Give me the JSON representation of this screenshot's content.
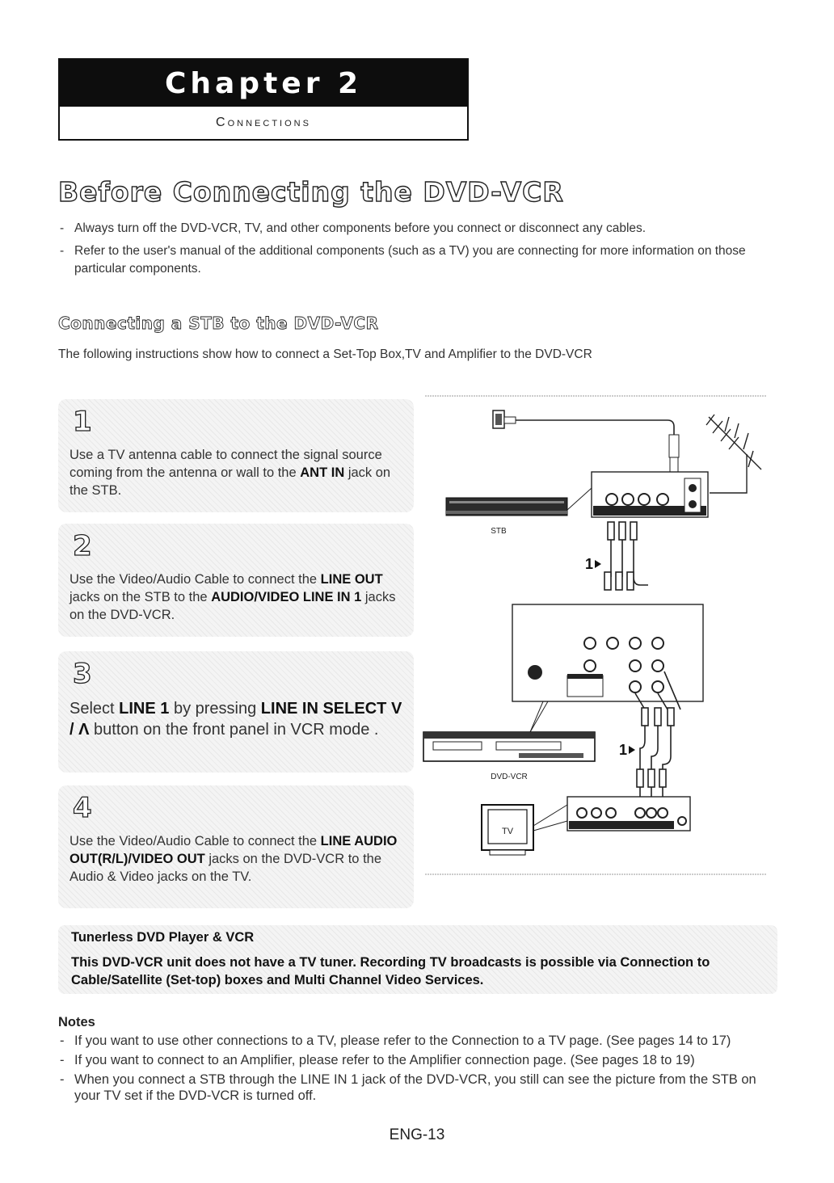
{
  "chapter": {
    "label": "Chapter 2",
    "section": "Connections"
  },
  "page_title": "Before Connecting the DVD-VCR",
  "intro_bullets": [
    "Always turn off the DVD-VCR, TV, and other components before you connect or disconnect any cables.",
    "Refer to the user's manual of the additional components (such as a TV) you are connecting for more information on those particular components."
  ],
  "section_title": "Connecting a STB to the DVD-VCR",
  "section_intro": "The following instructions show how to connect a Set-Top Box,TV and Amplifier to the DVD-VCR",
  "steps": [
    {
      "number": "1",
      "t1": "Use a TV antenna cable to connect the signal source coming from the antenna or wall to the ",
      "b1": "ANT IN",
      "t2": " jack on the STB."
    },
    {
      "number": "2",
      "t1": "Use the Video/Audio Cable to connect the ",
      "b1": "LINE OUT",
      "t2": " jacks on the STB to the ",
      "b2": "AUDIO/VIDEO LINE IN 1",
      "t3": " jacks on the DVD-VCR."
    },
    {
      "number": "3",
      "t1": "Select ",
      "b1": "LINE 1",
      "t2": " by pressing ",
      "b2": "LINE IN SELECT",
      "t3": " ",
      "b3": "V / Λ",
      "t4": " button on the front panel in VCR mode ."
    },
    {
      "number": "4",
      "t1": "Use the Video/Audio Cable to connect the ",
      "b1": "LINE AUDIO OUT(R/L)/VIDEO OUT",
      "t2": " jacks on the DVD-VCR to the Audio & Video jacks on the TV."
    }
  ],
  "diagram": {
    "stb_label": "STB",
    "dvdvcr_label": "DVD-VCR",
    "tv_label": "TV",
    "step_marker": "1"
  },
  "callout": {
    "title": "Tunerless DVD Player & VCR",
    "body": "This DVD-VCR unit does not have a TV tuner. Recording TV broadcasts is possible via Connection to Cable/Satellite (Set-top) boxes and Multi Channel Video Services."
  },
  "notes": {
    "title": "Notes",
    "items": [
      "If you want to use other connections to a TV, please refer to the Connection to a TV page. (See pages 14 to 17)",
      "If you want to connect to an Amplifier, please refer to the Amplifier connection page. (See pages 18 to 19)",
      "When you connect a STB through the LINE IN 1 jack of the DVD-VCR, you still can see the picture from the STB  on your TV set if the DVD-VCR is turned off."
    ]
  },
  "page_number": "ENG-13"
}
